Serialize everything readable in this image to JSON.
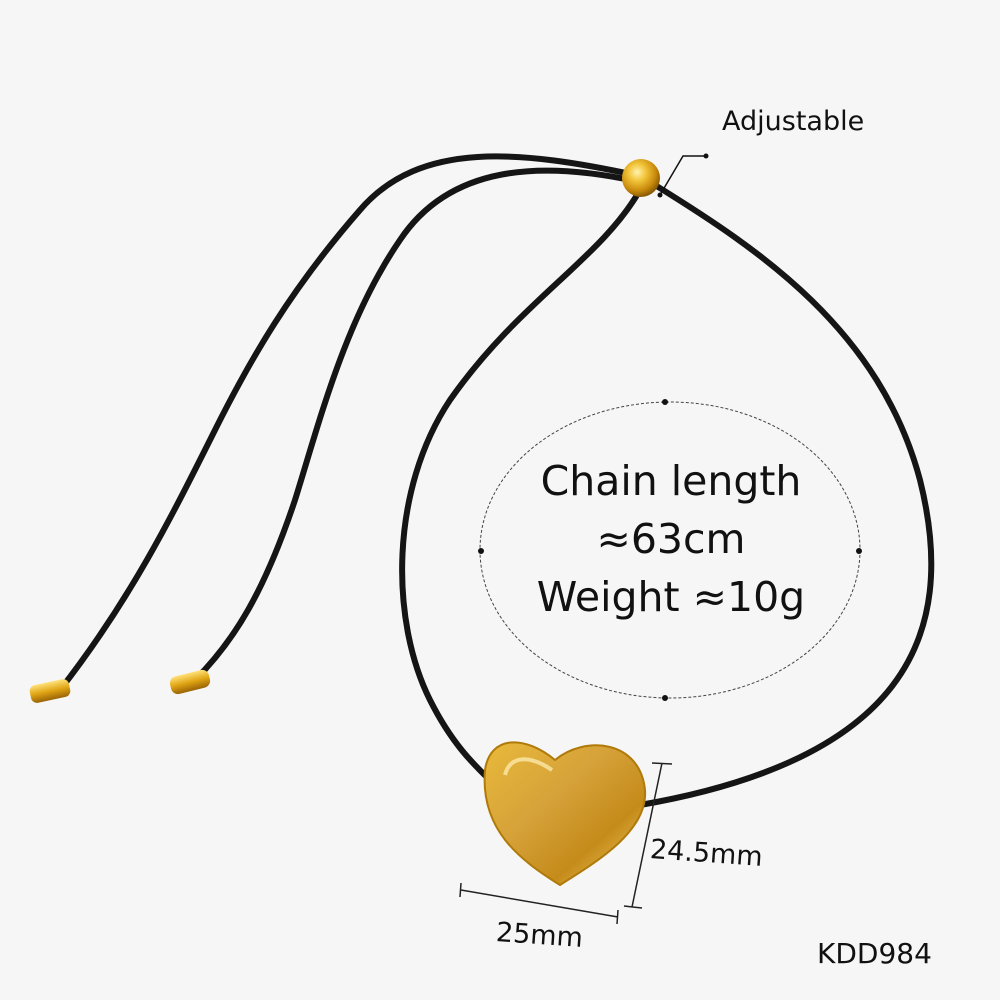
{
  "product": {
    "feature_label": "Adjustable",
    "specs": {
      "chain_length_label": "Chain length",
      "chain_length_value": "≈63cm",
      "weight": "Weight ≈10g"
    },
    "pendant_dimensions": {
      "height": "24.5mm",
      "width": "25mm"
    },
    "sku": "KDD984"
  },
  "colors": {
    "background": "#f6f6f6",
    "cord": "#151515",
    "gold": "#d9a21a",
    "text": "#111111"
  }
}
